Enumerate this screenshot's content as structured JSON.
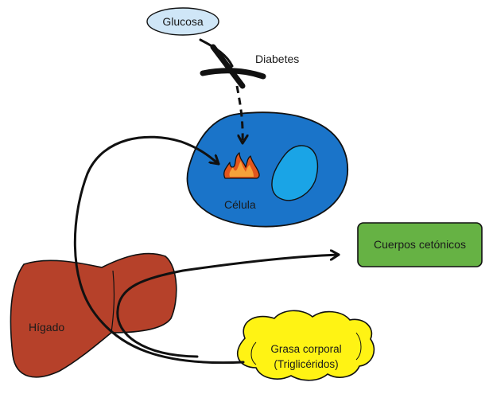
{
  "nodes": {
    "glucose": {
      "label": "Glucosa"
    },
    "diabetes": {
      "label": "Diabetes"
    },
    "cell": {
      "label": "Célula"
    },
    "ketones": {
      "label": "Cuerpos cetónicos"
    },
    "liver": {
      "label": "Hígado"
    },
    "fat": {
      "label_line1": "Grasa corporal",
      "label_line2": "(Triglicéridos)"
    }
  },
  "colors": {
    "glucose_fill": "#cfe6f7",
    "cell_fill": "#1a74c9",
    "nucleus_fill": "#1aa4e6",
    "flame_outer": "#e2561d",
    "flame_inner": "#f6a23a",
    "ketones_fill": "#66b244",
    "liver_fill": "#b6412a",
    "fat_fill": "#fff314",
    "stroke": "#111111"
  },
  "icons": {
    "block": "x-cross-icon",
    "energy": "fire-icon"
  }
}
